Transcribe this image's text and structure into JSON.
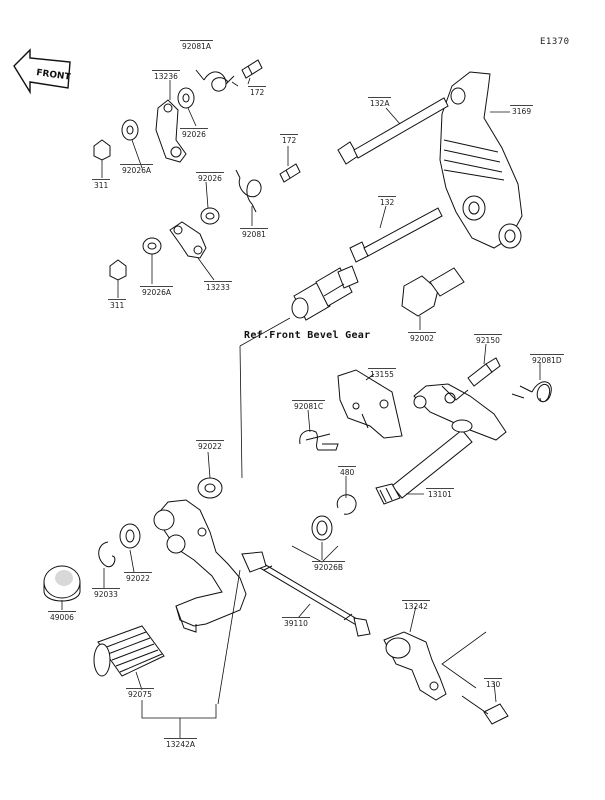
{
  "diagram_id": "E1370",
  "front_label": "FRONT",
  "reference_note": "Ref.Front Bevel Gear",
  "parts": [
    {
      "key": "p92081a",
      "label": "92081A"
    },
    {
      "key": "p13236",
      "label": "13236"
    },
    {
      "key": "p172a",
      "label": "172"
    },
    {
      "key": "p92026a",
      "label": "92026"
    },
    {
      "key": "p311a",
      "label": "311"
    },
    {
      "key": "p92026aa",
      "label": "92026A"
    },
    {
      "key": "p132a",
      "label": "132A"
    },
    {
      "key": "p3169",
      "label": "3169"
    },
    {
      "key": "p172b",
      "label": "172"
    },
    {
      "key": "p92026b",
      "label": "92026"
    },
    {
      "key": "p92081",
      "label": "92081"
    },
    {
      "key": "p132",
      "label": "132"
    },
    {
      "key": "p311b",
      "label": "311"
    },
    {
      "key": "p92026ab",
      "label": "92026A"
    },
    {
      "key": "p13233",
      "label": "13233"
    },
    {
      "key": "p92002",
      "label": "92002"
    },
    {
      "key": "p92150",
      "label": "92150"
    },
    {
      "key": "p92081d",
      "label": "92081D"
    },
    {
      "key": "p13155",
      "label": "13155"
    },
    {
      "key": "p92081c",
      "label": "92081C"
    },
    {
      "key": "p92022a",
      "label": "92022"
    },
    {
      "key": "p480",
      "label": "480"
    },
    {
      "key": "p13101",
      "label": "13101"
    },
    {
      "key": "p92026bb",
      "label": "92026B"
    },
    {
      "key": "p92022b",
      "label": "92022"
    },
    {
      "key": "p92033",
      "label": "92033"
    },
    {
      "key": "p49006",
      "label": "49006"
    },
    {
      "key": "p39110",
      "label": "39110"
    },
    {
      "key": "p13242",
      "label": "13242"
    },
    {
      "key": "p92075",
      "label": "92075"
    },
    {
      "key": "p130",
      "label": "130"
    },
    {
      "key": "p13242a",
      "label": "13242A"
    }
  ]
}
